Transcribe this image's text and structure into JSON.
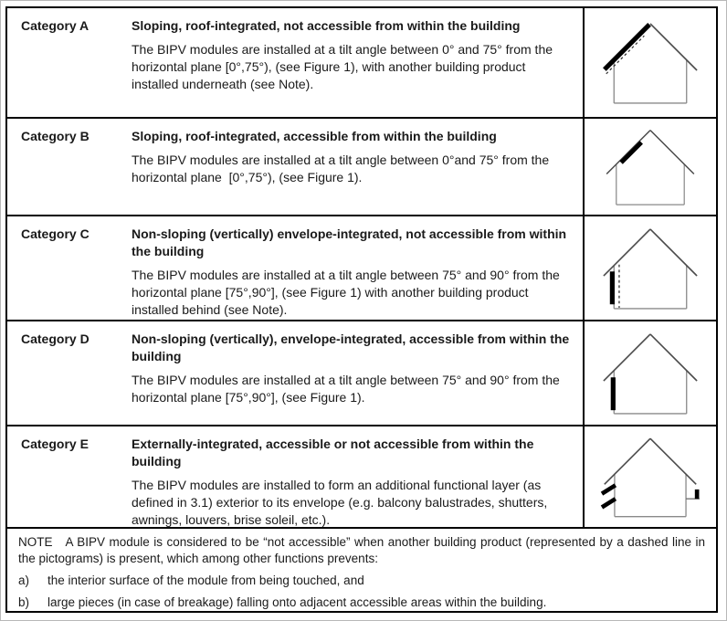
{
  "table": {
    "rows": [
      {
        "category": "Category A",
        "heading": "Sloping, roof-integrated, not accessible from within the building",
        "body": "The BIPV modules are installed at a tilt angle between 0° and 75° from the horizontal plane [0°,75°), (see Figure 1), with another building product installed underneath (see Note).",
        "pictogram": "house-roof-module-full-slope-with-dashed-underlay-icon"
      },
      {
        "category": "Category B",
        "heading": "Sloping, roof-integrated, accessible from within the building",
        "body": "The BIPV modules are installed at a tilt angle between 0°and 75° from the horizontal plane  [0°,75°), (see Figure 1).",
        "pictogram": "house-roof-module-mid-slope-icon"
      },
      {
        "category": "Category C",
        "heading": "Non-sloping (vertically) envelope-integrated, not accessible from within the building",
        "body": "The BIPV modules are installed at a tilt angle between 75° and 90° from the horizontal plane [75°,90°], (see Figure 1) with another building product installed behind (see Note).",
        "pictogram": "house-wall-module-with-dashed-backing-icon"
      },
      {
        "category": "Category D",
        "heading": "Non-sloping (vertically), envelope-integrated, accessible from within the building",
        "body": "The BIPV modules are installed at a tilt angle between 75° and 90° from the horizontal plane [75°,90°], (see Figure 1).",
        "pictogram": "house-wall-module-icon"
      },
      {
        "category": "Category E",
        "heading": "Externally-integrated, accessible or not accessible from within the building",
        "body": "The BIPV modules are installed to form an additional functional layer (as defined in 3.1) exterior to its envelope (e.g. balcony balustrades, shutters, awnings, louvers, brise soleil, etc.).",
        "pictogram": "house-external-louvers-and-balcony-module-icon"
      }
    ],
    "note": {
      "label": "NOTE",
      "text": "A BIPV module is considered to be “not accessible” when another building product (represented by a dashed line in the pictograms) is present, which among other functions prevents:",
      "items": [
        {
          "marker": "a)",
          "text": "the interior surface of the module from being touched, and"
        },
        {
          "marker": "b)",
          "text": "large pieces (in case of breakage) falling onto adjacent accessible areas within the building."
        }
      ]
    },
    "colors": {
      "border": "#000000",
      "text": "#1a1a1a",
      "house_outline": "#8a8a8a",
      "roof_outline": "#4a4a4a",
      "module": "#000000"
    }
  }
}
